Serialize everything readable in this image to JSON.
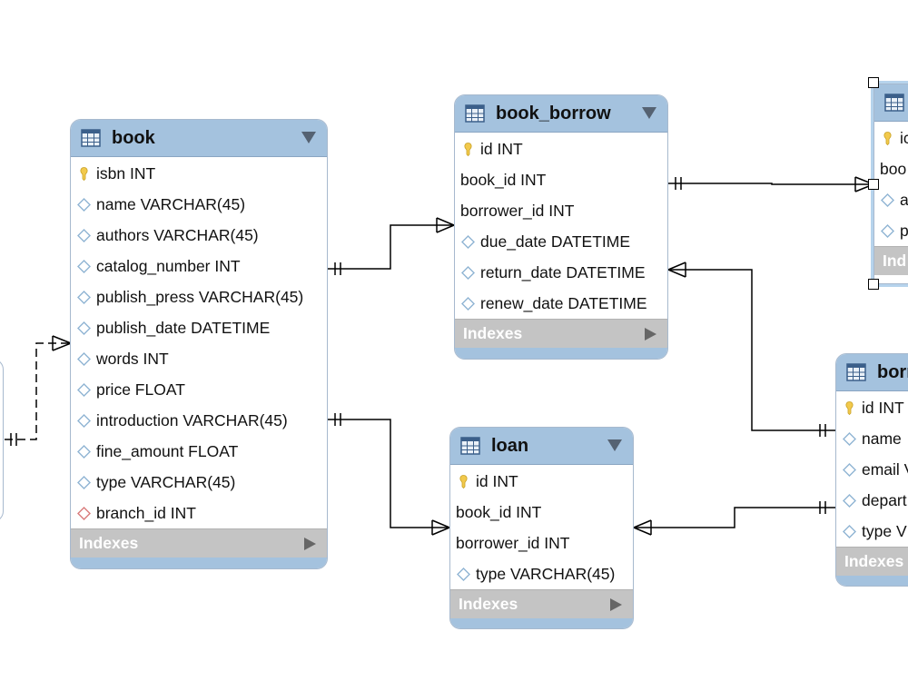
{
  "tables": {
    "book": {
      "name": "book",
      "columns": [
        {
          "label": "isbn INT",
          "icon": "primary-key-icon"
        },
        {
          "label": "name VARCHAR(45)",
          "icon": "column-diamond-icon"
        },
        {
          "label": "authors VARCHAR(45)",
          "icon": "column-diamond-icon"
        },
        {
          "label": "catalog_number INT",
          "icon": "column-diamond-icon"
        },
        {
          "label": "publish_press VARCHAR(45)",
          "icon": "column-diamond-icon"
        },
        {
          "label": "publish_date DATETIME",
          "icon": "column-diamond-icon"
        },
        {
          "label": "words INT",
          "icon": "column-diamond-icon"
        },
        {
          "label": "price FLOAT",
          "icon": "column-diamond-icon"
        },
        {
          "label": "introduction VARCHAR(45)",
          "icon": "column-diamond-icon"
        },
        {
          "label": "fine_amount FLOAT",
          "icon": "column-diamond-icon"
        },
        {
          "label": "type VARCHAR(45)",
          "icon": "column-diamond-icon"
        },
        {
          "label": "branch_id INT",
          "icon": "foreign-key-diamond-icon"
        }
      ],
      "indexes_label": "Indexes"
    },
    "book_borrow": {
      "name": "book_borrow",
      "columns": [
        {
          "label": "id INT",
          "icon": "primary-key-icon"
        },
        {
          "label": "book_id INT",
          "icon": "none"
        },
        {
          "label": "borrower_id INT",
          "icon": "none"
        },
        {
          "label": "due_date DATETIME",
          "icon": "column-diamond-icon"
        },
        {
          "label": "return_date DATETIME",
          "icon": "column-diamond-icon"
        },
        {
          "label": "renew_date DATETIME",
          "icon": "column-diamond-icon"
        }
      ],
      "indexes_label": "Indexes"
    },
    "loan": {
      "name": "loan",
      "columns": [
        {
          "label": "id INT",
          "icon": "primary-key-icon"
        },
        {
          "label": "book_id INT",
          "icon": "none"
        },
        {
          "label": "borrower_id INT",
          "icon": "none"
        },
        {
          "label": "type VARCHAR(45)",
          "icon": "column-diamond-icon"
        }
      ],
      "indexes_label": "Indexes"
    },
    "borrower": {
      "name": "borr",
      "columns": [
        {
          "label": "id INT",
          "icon": "primary-key-icon"
        },
        {
          "label": "name",
          "icon": "column-diamond-icon"
        },
        {
          "label": "email V",
          "icon": "column-diamond-icon"
        },
        {
          "label": "depart",
          "icon": "column-diamond-icon"
        },
        {
          "label": "type V",
          "icon": "column-diamond-icon"
        }
      ],
      "indexes_label": "Indexes"
    },
    "selected_table": {
      "name": "",
      "columns": [
        {
          "label": "ic",
          "icon": "primary-key-icon"
        },
        {
          "label": "boo",
          "icon": "none"
        },
        {
          "label": "a",
          "icon": "column-diamond-icon"
        },
        {
          "label": "p",
          "icon": "column-diamond-icon"
        }
      ],
      "indexes_label": "Ind"
    }
  },
  "colors": {
    "header": "#a4c2de",
    "indexes_bar": "#c4c4c4",
    "primary_key": "#f2c94c",
    "diamond": "#8fb4d3",
    "foreign_key_diamond": "#d97a7a",
    "connector": "#000000"
  }
}
